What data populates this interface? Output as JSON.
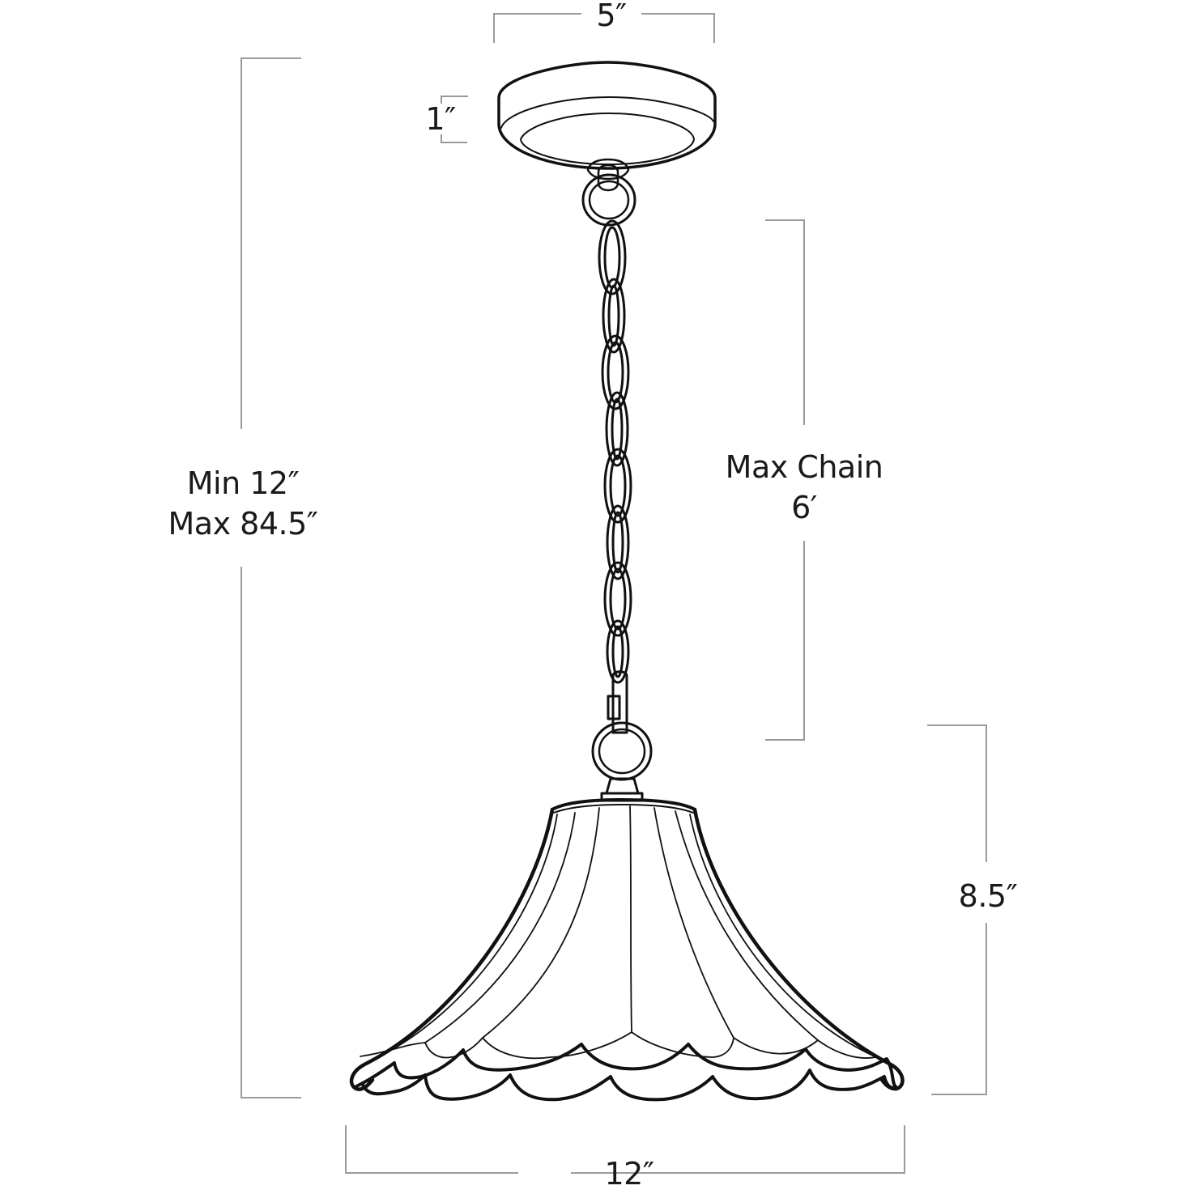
{
  "diagram": {
    "subject": "Scalloped bell pendant light with chain",
    "line_color": "#111111",
    "dimension_line_color": "#9a9a9a",
    "background": "#ffffff"
  },
  "dimensions": {
    "canopy_width": "5″",
    "canopy_height": "1″",
    "overall_height_min": "Min 12″",
    "overall_height_max": "Max 84.5″",
    "chain_label": "Max Chain",
    "chain_length": "6′",
    "shade_height": "8.5″",
    "shade_width": "12″"
  },
  "parts": [
    {
      "name": "canopy",
      "icon": "canopy-disc"
    },
    {
      "name": "chain",
      "icon": "chain-links"
    },
    {
      "name": "shackle-ring",
      "icon": "ring"
    },
    {
      "name": "shade",
      "icon": "scalloped-bell-shade"
    }
  ]
}
